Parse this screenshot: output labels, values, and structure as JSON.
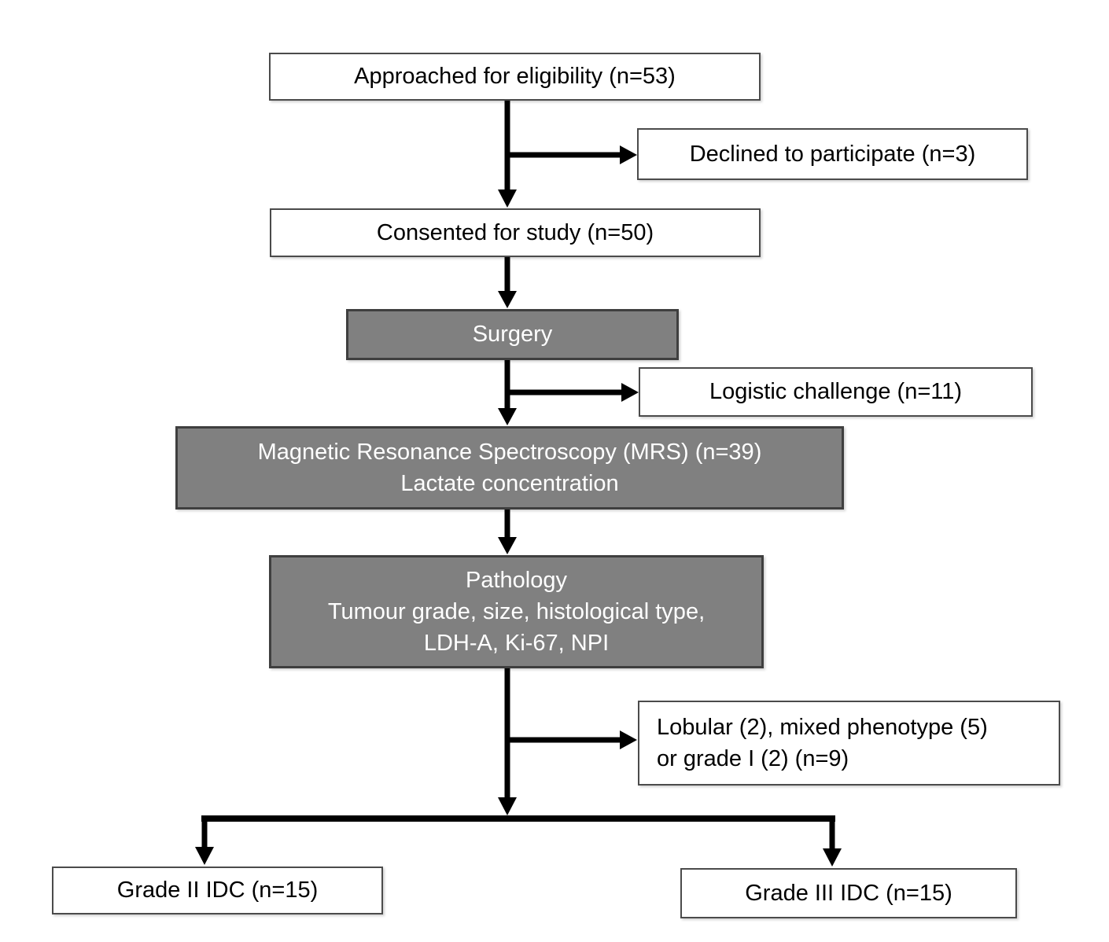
{
  "diagram": {
    "type": "flowchart",
    "description": "Study enrolment / CONSORT-style flow diagram",
    "colors": {
      "process_box_fill": "#808080",
      "process_box_border": "#3f3f3f",
      "process_box_text": "#ffffff",
      "plain_box_fill": "#ffffff",
      "plain_box_border": "#4b4b4b",
      "plain_box_text": "#000000",
      "arrow": "#000000",
      "background": "#ffffff"
    },
    "nodes": {
      "approached": {
        "label": "Approached for eligibility (n=53)"
      },
      "declined": {
        "label": "Declined to participate (n=3)"
      },
      "consented": {
        "label": "Consented for study (n=50)"
      },
      "surgery": {
        "label": "Surgery"
      },
      "logistic": {
        "label": "Logistic challenge (n=11)"
      },
      "mrs": {
        "lines": [
          "Magnetic Resonance Spectroscopy (MRS) (n=39)",
          "Lactate concentration"
        ]
      },
      "pathology": {
        "lines": [
          "Pathology",
          "Tumour grade, size, histological type,",
          "LDH-A, Ki-67, NPI"
        ]
      },
      "lobular": {
        "lines": [
          "Lobular (2), mixed phenotype (5)",
          "or grade I (2) (n=9)"
        ]
      },
      "grade2": {
        "label": "Grade II IDC (n=15)"
      },
      "grade3": {
        "label": "Grade III IDC (n=15)"
      }
    }
  }
}
